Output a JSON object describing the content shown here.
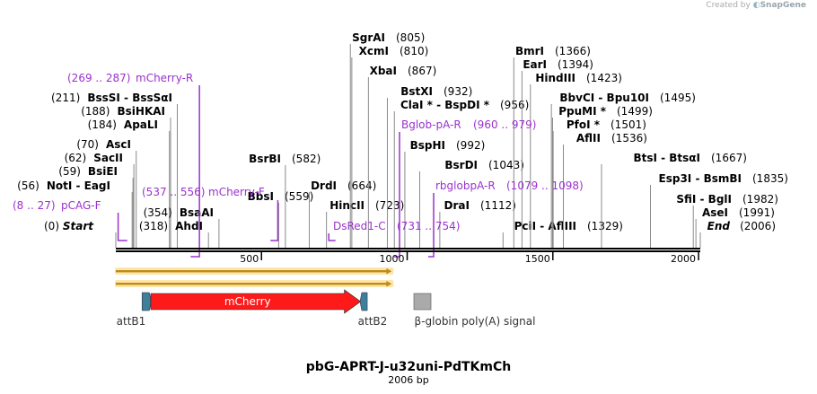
{
  "credit": {
    "prefix": "Created by",
    "brand": "SnapGene"
  },
  "map": {
    "title": "pbG-APRT-J-u32uni-PdTKmCh",
    "subtitle": "2006 bp",
    "length": 2006
  },
  "axis_ticks": [
    "500",
    "1000",
    "1500",
    "2000"
  ],
  "sites": [
    {
      "name": "Start",
      "pos": 0,
      "label": "(0)",
      "italic": true
    },
    {
      "name": "NotI - EagI",
      "pos": 56,
      "label": "(56)"
    },
    {
      "name": "BsiEI",
      "pos": 59,
      "label": "(59)"
    },
    {
      "name": "SacII",
      "pos": 62,
      "label": "(62)"
    },
    {
      "name": "AscI",
      "pos": 70,
      "label": "(70)"
    },
    {
      "name": "ApaLI",
      "pos": 184,
      "label": "(184)"
    },
    {
      "name": "BsiHKAI",
      "pos": 188,
      "label": "(188)"
    },
    {
      "name": "BssSI - BssSαI",
      "pos": 211,
      "label": "(211)"
    },
    {
      "name": "AhdI",
      "pos": 318,
      "label": "(318)"
    },
    {
      "name": "BsaAI",
      "pos": 354,
      "label": "(354)"
    },
    {
      "name": "BbsI",
      "pos": 559,
      "label": "(559)"
    },
    {
      "name": "BsrBI",
      "pos": 582,
      "label": "(582)"
    },
    {
      "name": "DrdI",
      "pos": 664,
      "label": "(664)"
    },
    {
      "name": "HincII",
      "pos": 723,
      "label": "(723)"
    },
    {
      "name": "SgrAI",
      "pos": 805,
      "label": "(805)"
    },
    {
      "name": "XcmI",
      "pos": 810,
      "label": "(810)"
    },
    {
      "name": "XbaI",
      "pos": 867,
      "label": "(867)"
    },
    {
      "name": "BstXI",
      "pos": 932,
      "label": "(932)"
    },
    {
      "name": "ClaI * - BspDI *",
      "pos": 956,
      "label": "(956)"
    },
    {
      "name": "BspHI",
      "pos": 992,
      "label": "(992)"
    },
    {
      "name": "BsrDI",
      "pos": 1043,
      "label": "(1043)"
    },
    {
      "name": "DraI",
      "pos": 1112,
      "label": "(1112)"
    },
    {
      "name": "PciI - AflIII",
      "pos": 1329,
      "label": "(1329)"
    },
    {
      "name": "BmrI",
      "pos": 1366,
      "label": "(1366)"
    },
    {
      "name": "EarI",
      "pos": 1394,
      "label": "(1394)"
    },
    {
      "name": "HindIII",
      "pos": 1423,
      "label": "(1423)"
    },
    {
      "name": "BbvCI - Bpu10I",
      "pos": 1495,
      "label": "(1495)"
    },
    {
      "name": "PpuMI *",
      "pos": 1499,
      "label": "(1499)"
    },
    {
      "name": "PfoI *",
      "pos": 1501,
      "label": "(1501)"
    },
    {
      "name": "AflII",
      "pos": 1536,
      "label": "(1536)"
    },
    {
      "name": "BtsI - BtsαI",
      "pos": 1667,
      "label": "(1667)"
    },
    {
      "name": "Esp3I - BsmBI",
      "pos": 1835,
      "label": "(1835)"
    },
    {
      "name": "SfiI - BglI",
      "pos": 1982,
      "label": "(1982)"
    },
    {
      "name": "AseI",
      "pos": 1991,
      "label": "(1991)"
    },
    {
      "name": "End",
      "pos": 2006,
      "label": "(2006)",
      "italic": true
    }
  ],
  "primers": [
    {
      "name": "pCAG-F",
      "range": "(8 .. 27)",
      "start": 8,
      "end": 27,
      "direction": "forward"
    },
    {
      "name": "mCherry-R",
      "range": "(269 .. 287)",
      "start": 269,
      "end": 287,
      "direction": "reverse"
    },
    {
      "name": "mCherry-F",
      "range": "(537 .. 556)",
      "start": 537,
      "end": 556,
      "direction": "forward"
    },
    {
      "name": "DsRed1-C",
      "range": "(731 .. 754)",
      "start": 731,
      "end": 754,
      "direction": "forward"
    },
    {
      "name": "Bglob-pA-R",
      "range": "(960 .. 979)",
      "start": 960,
      "end": 979,
      "direction": "reverse"
    },
    {
      "name": "rbglobpA-R",
      "range": "(1079 .. 1098)",
      "start": 1079,
      "end": 1098,
      "direction": "reverse"
    }
  ],
  "features": [
    {
      "name": "attB1",
      "type": "site",
      "color": "#3f7f9a",
      "start": 90,
      "end": 115
    },
    {
      "name": "mCherry",
      "type": "cds",
      "color": "#ff1a1a",
      "start": 120,
      "end": 840
    },
    {
      "name": "attB2",
      "type": "site",
      "color": "#3f7f9a",
      "start": 838,
      "end": 863
    },
    {
      "name": "β-globin poly(A) signal",
      "type": "polyA",
      "color": "#aaaaaa",
      "start": 1025,
      "end": 1082
    }
  ],
  "orfs": [
    {
      "start": 0,
      "end": 944,
      "direction": "forward"
    },
    {
      "start": 0,
      "end": 944,
      "direction": "forward"
    }
  ],
  "colors": {
    "primer": "#9a32cd",
    "backbone": "#000000",
    "orf_fill": "#c08b1a",
    "orf_glow": "#fde6a8"
  }
}
